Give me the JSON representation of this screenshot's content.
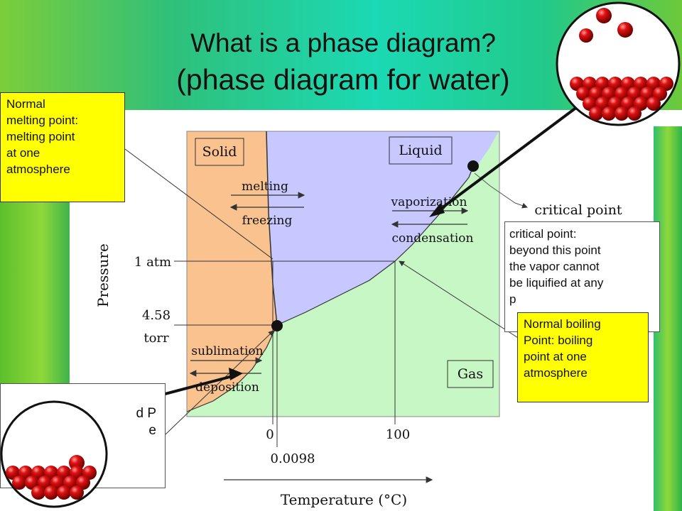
{
  "title": {
    "line1": "What is a phase diagram?",
    "line2": "(phase diagram for water)"
  },
  "diagram": {
    "regions": {
      "solid": "Solid",
      "liquid": "Liquid",
      "gas": "Gas"
    },
    "transitions": {
      "melting": "melting",
      "freezing": "freezing",
      "vaporization": "vaporization",
      "condensation": "condensation",
      "sublimation": "sublimation",
      "deposition": "deposition"
    },
    "critical_point_label": "critical point",
    "y_axis_label": "Pressure",
    "x_axis_label": "Temperature (°C)",
    "pressure_ticks": {
      "atm": "1 atm",
      "torr_value": "4.58",
      "torr_unit": "torr"
    },
    "temp_ticks": {
      "zero": "0",
      "hundred": "100",
      "triple": "0.0098"
    },
    "colors": {
      "solid": "#f9c28f",
      "liquid": "#c6c8ff",
      "gas": "#c8f7c6"
    }
  },
  "callouts": {
    "melting": [
      "Normal",
      "melting point:",
      "melting point",
      "at one",
      "atmosphere"
    ],
    "critical": [
      "critical point:",
      "beyond this point",
      "the vapor cannot",
      "be liquified at any",
      "p"
    ],
    "boiling": [
      "Normal boiling",
      "Point: boiling",
      "point at one",
      "atmosphere"
    ],
    "triple": [
      "d P",
      "e"
    ]
  }
}
